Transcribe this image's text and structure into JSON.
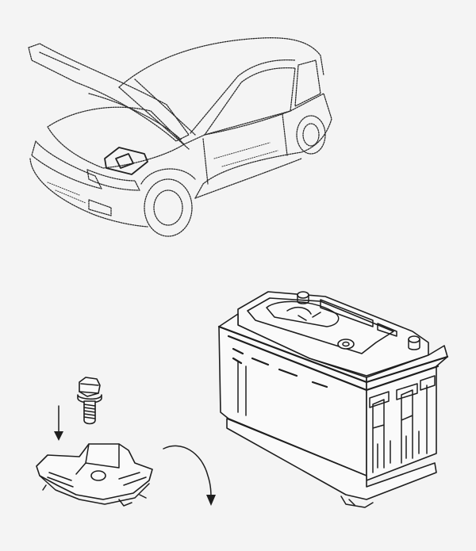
{
  "figure": {
    "parts": [
      "vehicle",
      "battery",
      "hold-down-clamp",
      "clamp-bolt"
    ],
    "arrows": [
      "bolt-removal-arrow",
      "clamp-swing-arrow"
    ]
  }
}
